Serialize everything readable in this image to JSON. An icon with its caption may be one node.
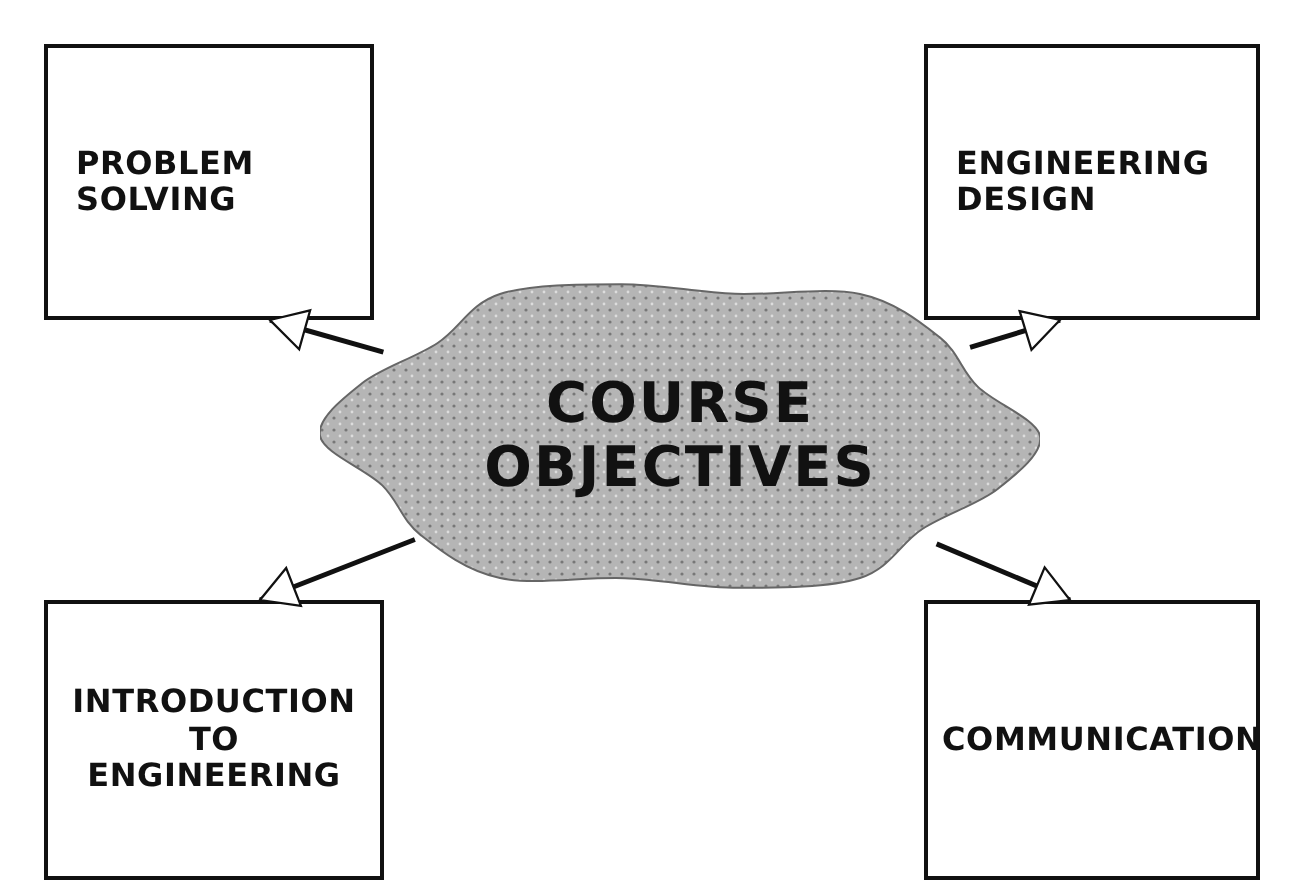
{
  "diagram": {
    "nodes": [
      {
        "text": [
          "PROBLEM SOLVING"
        ]
      },
      {
        "text": [
          "ENGINEERING DESIGN"
        ]
      },
      {
        "text": [
          "COURSE OBJECTIVES"
        ]
      },
      {
        "text": [
          "INTRODUCTION TO ENGINEERING"
        ]
      },
      {
        "text": [
          "COMMUNICATION"
        ]
      }
    ],
    "edges": [
      {
        "from": 2,
        "to": 0,
        "arrow": "to"
      },
      {
        "from": 2,
        "to": 1,
        "arrow": "to"
      },
      {
        "from": 2,
        "to": 3,
        "arrow": "to"
      },
      {
        "from": 2,
        "to": 4,
        "arrow": "to"
      }
    ]
  }
}
